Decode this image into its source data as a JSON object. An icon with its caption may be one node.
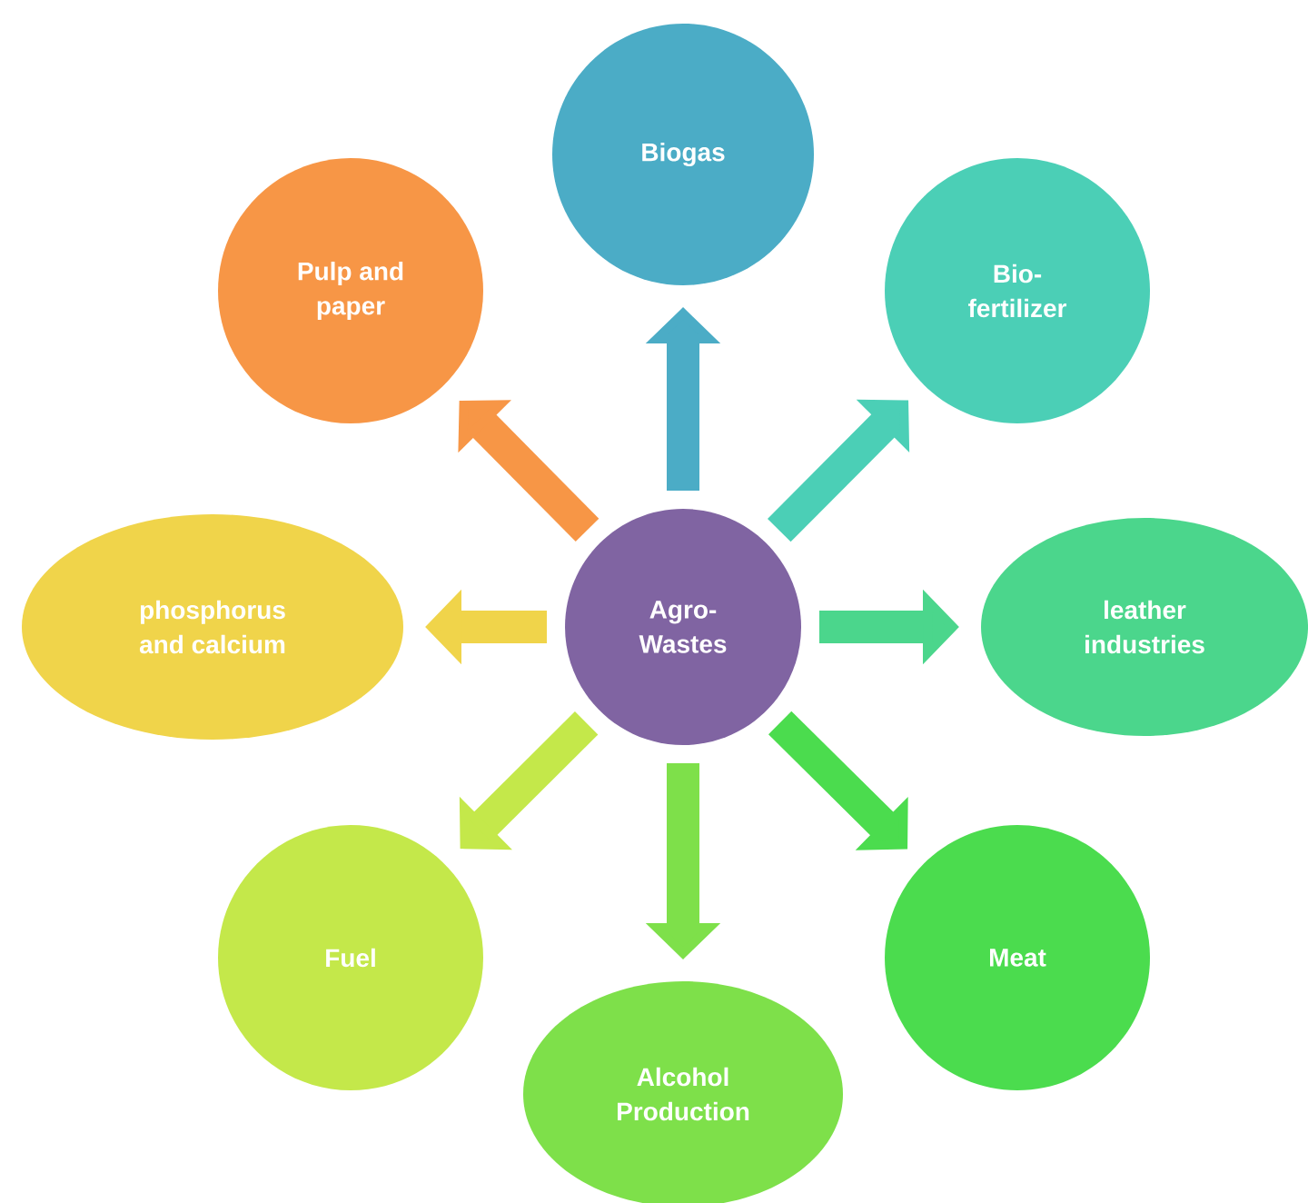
{
  "diagram": {
    "nodes": [
      {
        "text": [
          "Agro- Wastes"
        ]
      },
      {
        "text": [
          "Biogas"
        ]
      },
      {
        "text": [
          "Pulp and paper"
        ]
      },
      {
        "text": [
          "Bio- fertilizer"
        ]
      },
      {
        "text": [
          "phosphorus and calcium"
        ]
      },
      {
        "text": [
          "leather industries"
        ]
      },
      {
        "text": [
          "Fuel"
        ]
      },
      {
        "text": [
          "Meat"
        ]
      },
      {
        "text": [
          "Alcohol Production"
        ]
      }
    ],
    "edges": [
      {
        "from": 0,
        "to": 1,
        "arrow": "to",
        "color": "#4bacc6"
      },
      {
        "from": 0,
        "to": 2,
        "arrow": "to",
        "color": "#f79646"
      },
      {
        "from": 0,
        "to": 3,
        "arrow": "to",
        "color": "#4bcfb6"
      },
      {
        "from": 0,
        "to": 4,
        "arrow": "to",
        "color": "#f0d44a"
      },
      {
        "from": 0,
        "to": 5,
        "arrow": "to",
        "color": "#4bd68c"
      },
      {
        "from": 0,
        "to": 6,
        "arrow": "to",
        "color": "#c4e84a"
      },
      {
        "from": 0,
        "to": 7,
        "arrow": "to",
        "color": "#4bdc4e"
      },
      {
        "from": 0,
        "to": 8,
        "arrow": "to",
        "color": "#7ee04a"
      }
    ]
  }
}
